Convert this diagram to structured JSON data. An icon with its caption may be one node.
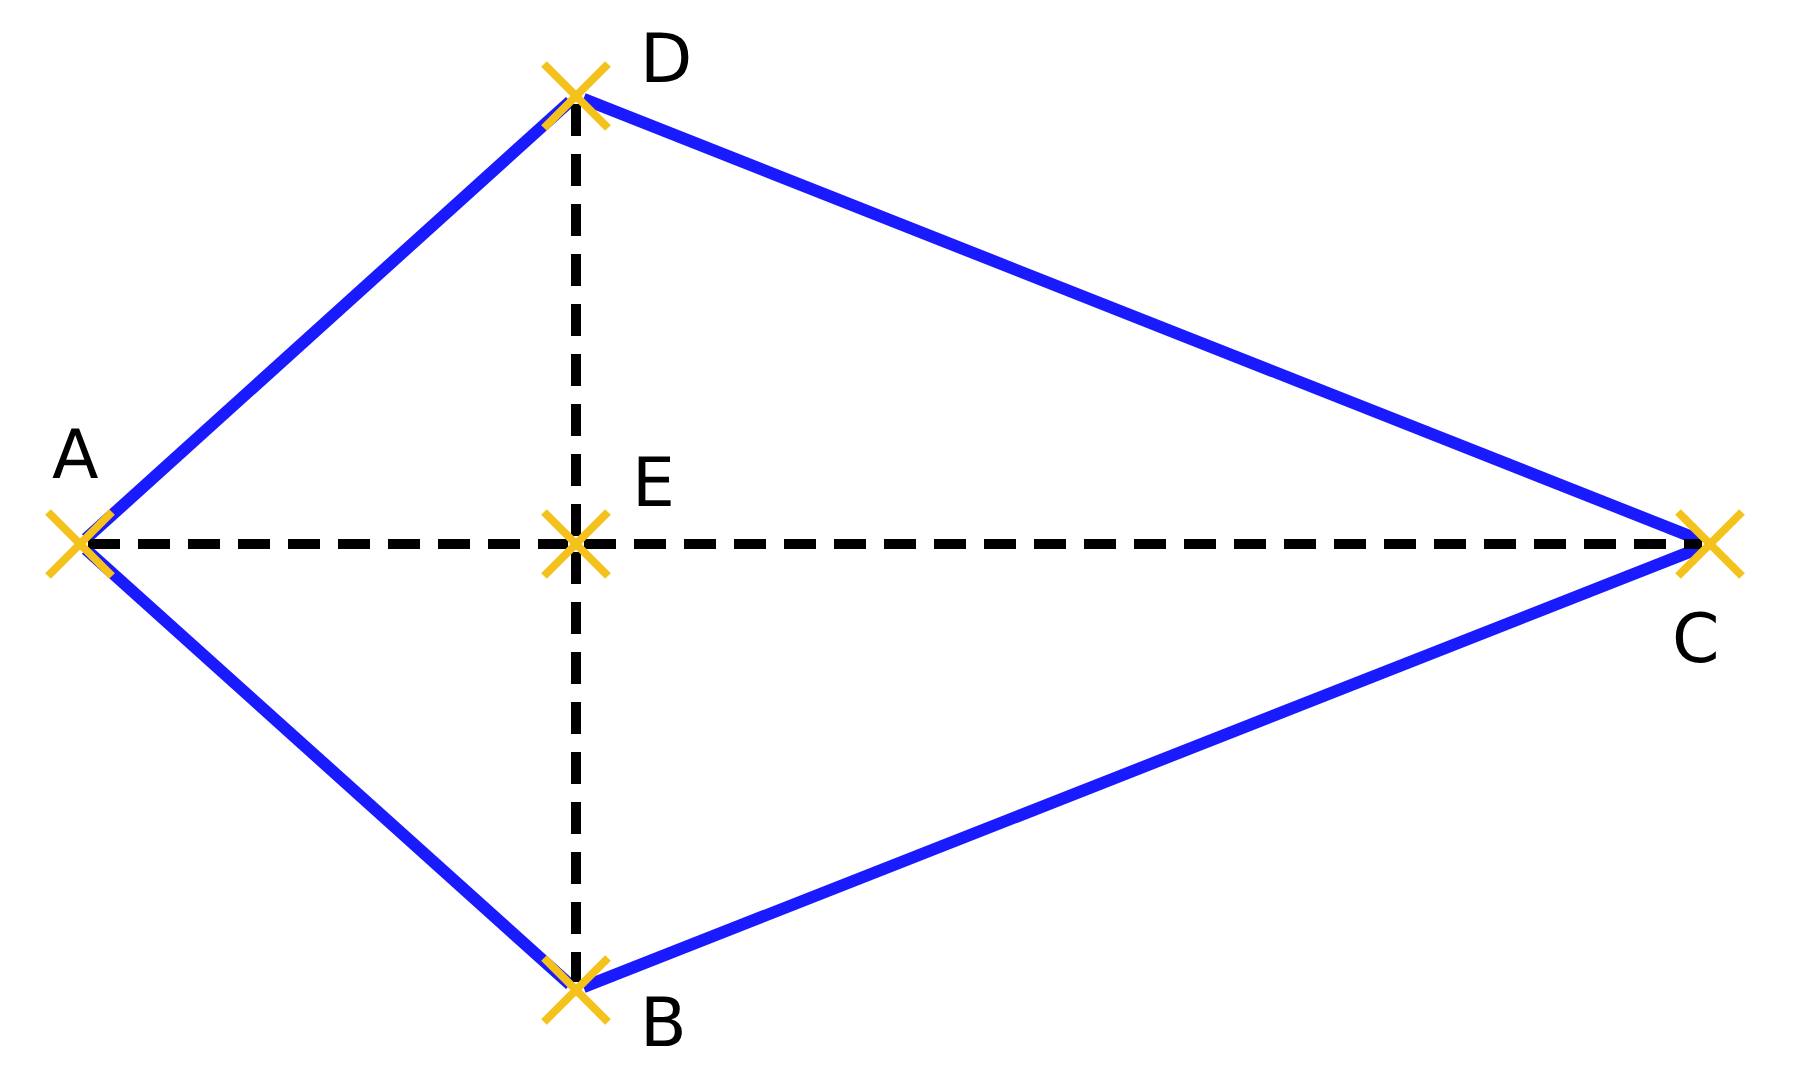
{
  "diagram": {
    "nodes": [
      {
        "text": [
          "A"
        ]
      },
      {
        "text": [
          "D"
        ]
      },
      {
        "text": [
          "E"
        ]
      },
      {
        "text": [
          "C"
        ]
      },
      {
        "text": [
          "B"
        ]
      }
    ],
    "edges": [
      {
        "from": 0,
        "to": 1,
        "arrow": "none",
        "color": "#1a1aff"
      },
      {
        "from": 1,
        "to": 3,
        "arrow": "none",
        "color": "#1a1aff"
      },
      {
        "from": 3,
        "to": 4,
        "arrow": "none",
        "color": "#1a1aff"
      },
      {
        "from": 4,
        "to": 0,
        "arrow": "none",
        "color": "#1a1aff"
      },
      {
        "from": 0,
        "to": 2,
        "arrow": "none",
        "style": "dashed",
        "color": "#000000"
      },
      {
        "from": 2,
        "to": 3,
        "arrow": "none",
        "style": "dashed",
        "color": "#000000"
      },
      {
        "from": 1,
        "to": 2,
        "arrow": "none",
        "style": "dashed",
        "color": "#000000"
      },
      {
        "from": 2,
        "to": 4,
        "arrow": "none",
        "style": "dashed",
        "color": "#000000"
      }
    ]
  }
}
